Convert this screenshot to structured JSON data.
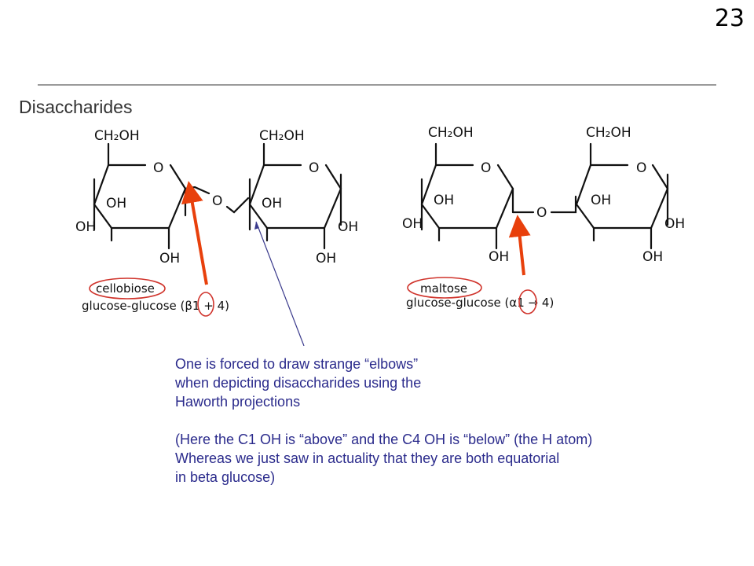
{
  "slide_number": "23",
  "figure": {
    "heading": "Disaccharides",
    "cellobiose": {
      "ring1": {
        "ch2oh": "CH₂OH",
        "ring_o": "O",
        "oh_in": "OH",
        "oh_left": "OH",
        "oh_bottom": "OH"
      },
      "bridge_o": "O",
      "ring2": {
        "ch2oh": "CH₂OH",
        "ring_o": "O",
        "oh_in": "OH",
        "oh_right": "OH",
        "oh_bottom": "OH"
      },
      "name": "cellobiose",
      "linkage": "glucose-glucose (β1 + 4)"
    },
    "maltose": {
      "ring1": {
        "ch2oh": "CH₂OH",
        "ring_o": "O",
        "oh_in": "OH",
        "oh_left": "OH",
        "oh_bottom": "OH"
      },
      "bridge_o": "O",
      "ring2": {
        "ch2oh": "CH₂OH",
        "ring_o": "O",
        "oh_in": "OH",
        "oh_right": "OH",
        "oh_bottom": "OH"
      },
      "name": "maltose",
      "linkage": "glucose-glucose (α1 → 4)"
    }
  },
  "caption": {
    "line1": "One is forced to draw strange “elbows”",
    "line2": "when depicting disaccharides using the",
    "line3": "Haworth projections",
    "line4": "(Here the C1 OH is “above” and the C4 OH is “below” (the H atom)",
    "line5": "Whereas we just saw in actuality that they are both equatorial",
    "line6": "in beta glucose)"
  },
  "colors": {
    "caption_text": "#2b2b8c",
    "highlight_arrow": "#e8400c",
    "circle": "#d0342c",
    "pointer_line": "#3a3a8c",
    "rule": "#9a9a9a"
  }
}
